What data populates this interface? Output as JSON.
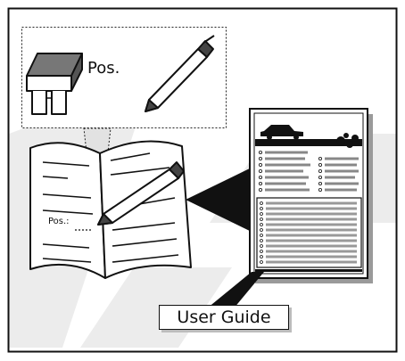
{
  "labels": {
    "fuse_position_label": "Pos.",
    "manual_position_label": "Pos.:",
    "user_guide_label": "User Guide"
  },
  "icons": [
    "fuse-icon",
    "pen-icon",
    "car-icon",
    "flower-icon",
    "open-manual-icon",
    "user-guide-document-icon"
  ],
  "colors": {
    "line": "#111111",
    "shadow_gray": "#e6e6e6",
    "mid_gray": "#9a9a9a"
  }
}
